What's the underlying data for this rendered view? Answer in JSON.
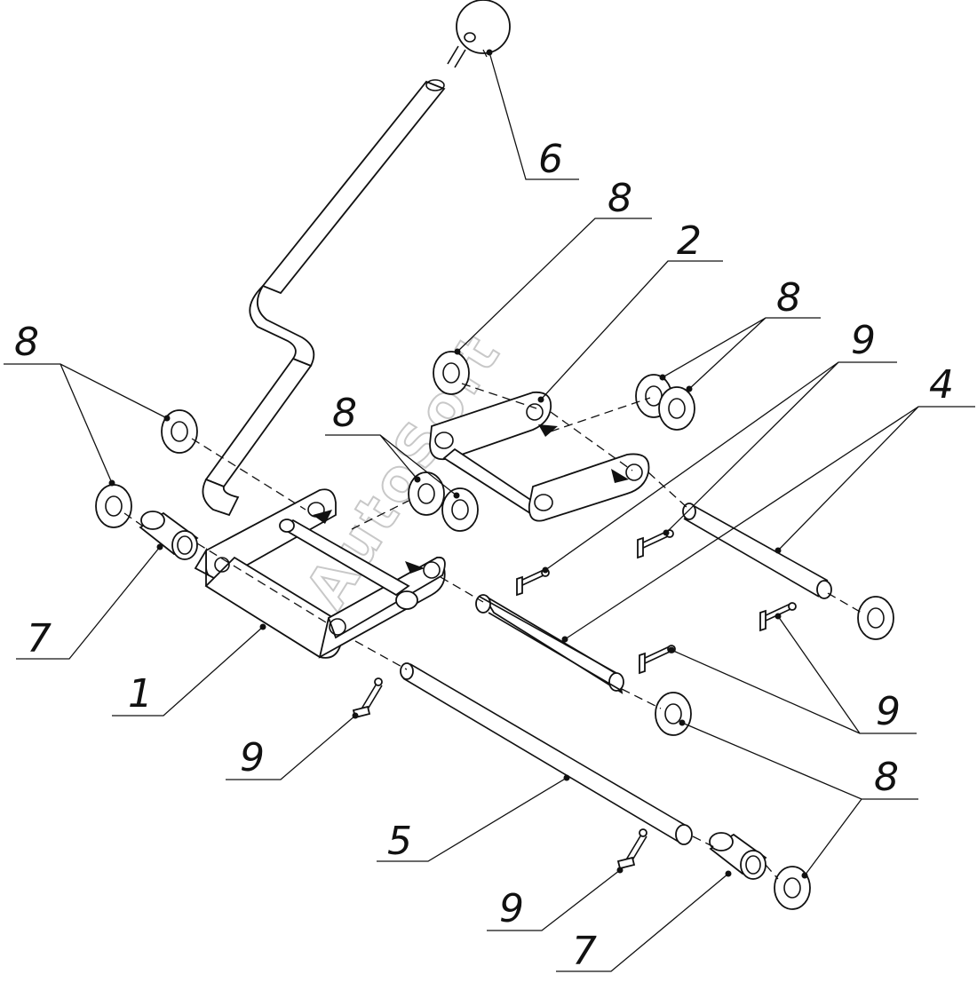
{
  "watermark": "AutoSoft",
  "callouts": {
    "c6": "6",
    "c8_top": "8",
    "c2": "2",
    "c8_right": "8",
    "c9_upper_right": "9",
    "c4": "4",
    "c8_left": "8",
    "c8_middle": "8",
    "c7_left": "7",
    "c1": "1",
    "c9_lower_right": "9",
    "c8_bottom_right": "8",
    "c9_left": "9",
    "c5": "5",
    "c9_bottom": "9",
    "c7_bottom": "7"
  }
}
